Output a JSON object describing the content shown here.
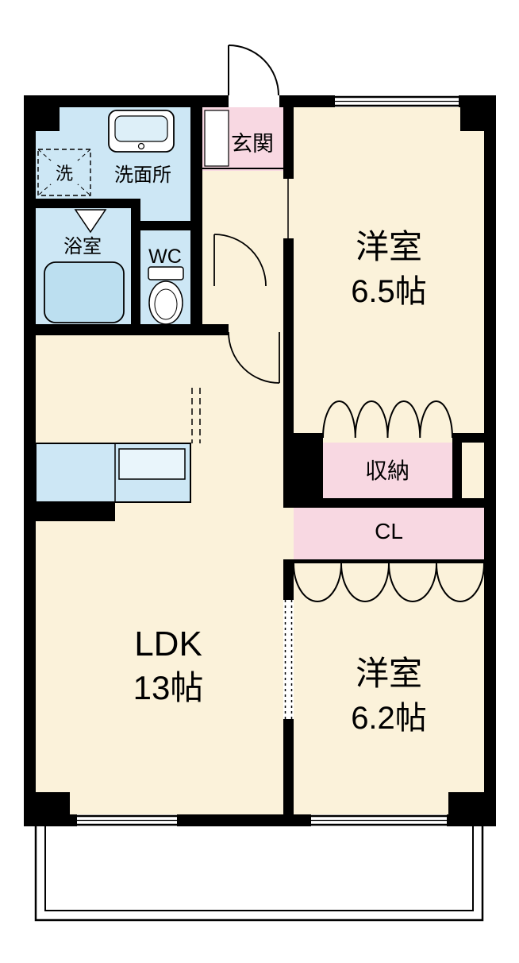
{
  "page": {
    "type": "apartment-floor-plan"
  },
  "colors": {
    "room_cream": "#FBF2DA",
    "wet_blue": "#CDE7F5",
    "accent_pink": "#F8D8E2",
    "tub_blue": "#BCDFF0",
    "sink_inner": "#DDEFF8",
    "kitchen_sink": "#E9F5FB",
    "wall_black": "#000000"
  },
  "rooms": {
    "genkan": {
      "label": "玄関"
    },
    "washroom": {
      "label": "洗面所"
    },
    "laundry": {
      "label": "洗"
    },
    "bathroom": {
      "label": "浴室"
    },
    "toilet": {
      "label": "WC"
    },
    "bedroom1": {
      "name": "洋室",
      "size": "6.5帖"
    },
    "storage": {
      "label": "収納"
    },
    "closet": {
      "label": "CL"
    },
    "ldk": {
      "name": "LDK",
      "size": "13帖"
    },
    "bedroom2": {
      "name": "洋室",
      "size": "6.2帖"
    }
  }
}
